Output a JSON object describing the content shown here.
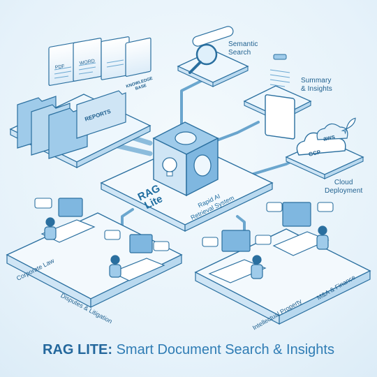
{
  "nodes": {
    "semantic_search": "Semantic\nSearch",
    "summary": "Summary\n& Insights",
    "cloud": "Cloud\nDeployment"
  },
  "core": {
    "logo": "RAG\nLite",
    "subtitle": "Rapid AI\nRetrieval System"
  },
  "documents": {
    "tab1": "PDF",
    "tab2": "WORD",
    "reports": "REPORTS",
    "kb": "KNOWLEDGE\nBASE"
  },
  "cloud_badges": {
    "aws": "aws",
    "gcp": "GCP"
  },
  "practice_areas": {
    "corporate": "Corporate Law",
    "disputes": "Disputes & Litigation",
    "ip": "Intellectual Property",
    "ma": "M&A & Finance"
  },
  "footer": {
    "prefix": "RAG LITE:",
    "rest": " Smart Document Search & Insights"
  },
  "colors": {
    "accent": "#2f7cb4",
    "line": "#2a6f9f",
    "fill_light": "#cfe5f5",
    "fill_mid": "#9fcbea"
  }
}
